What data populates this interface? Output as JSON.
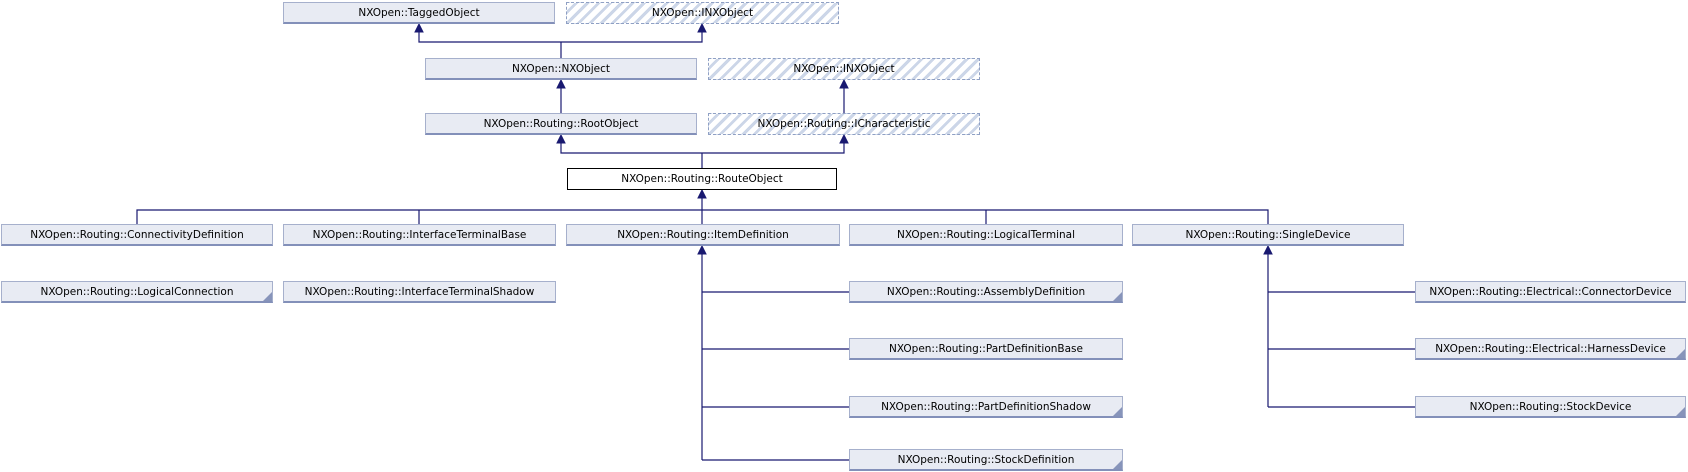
{
  "colors": {
    "background": "#ffffff",
    "node_fill": "#e8ebf3",
    "node_border": "#a6b0cc",
    "node_border_bottom": "#8390b9",
    "hatch_stripe": "#ccd6e8",
    "hatch_border": "#8fa0c4",
    "current_fill": "#ffffff",
    "current_border": "#000000",
    "edge": "#191970",
    "fold": "#8794ba",
    "text": "#000000"
  },
  "diagram": {
    "type": "class-inheritance-graph",
    "current_class": "NXOpen::Routing::RouteObject",
    "nodes": {
      "tagged_object": {
        "label": "NXOpen::TaggedObject",
        "style": "solid"
      },
      "inx_object_top": {
        "label": "NXOpen::INXObject",
        "style": "hatched"
      },
      "nx_object": {
        "label": "NXOpen::NXObject",
        "style": "solid"
      },
      "inx_object_mid": {
        "label": "NXOpen::INXObject",
        "style": "hatched"
      },
      "root_object": {
        "label": "NXOpen::Routing::RootObject",
        "style": "solid"
      },
      "icharacteristic": {
        "label": "NXOpen::Routing::ICharacteristic",
        "style": "hatched"
      },
      "route_object": {
        "label": "NXOpen::Routing::RouteObject",
        "style": "current"
      },
      "connectivity_definition": {
        "label": "NXOpen::Routing::ConnectivityDefinition",
        "style": "solid"
      },
      "interface_terminal_base": {
        "label": "NXOpen::Routing::InterfaceTerminalBase",
        "style": "solid"
      },
      "item_definition": {
        "label": "NXOpen::Routing::ItemDefinition",
        "style": "solid"
      },
      "logical_terminal": {
        "label": "NXOpen::Routing::LogicalTerminal",
        "style": "solid"
      },
      "single_device": {
        "label": "NXOpen::Routing::SingleDevice",
        "style": "solid"
      },
      "logical_connection": {
        "label": "NXOpen::Routing::LogicalConnection",
        "style": "solid",
        "has_more_subclasses": true
      },
      "interface_terminal_shadow": {
        "label": "NXOpen::Routing::InterfaceTerminalShadow",
        "style": "solid"
      },
      "assembly_definition": {
        "label": "NXOpen::Routing::AssemblyDefinition",
        "style": "solid",
        "has_more_subclasses": true
      },
      "part_definition_base": {
        "label": "NXOpen::Routing::PartDefinitionBase",
        "style": "solid"
      },
      "part_definition_shadow": {
        "label": "NXOpen::Routing::PartDefinitionShadow",
        "style": "solid",
        "has_more_subclasses": true
      },
      "stock_definition": {
        "label": "NXOpen::Routing::StockDefinition",
        "style": "solid",
        "has_more_subclasses": true
      },
      "connector_device": {
        "label": "NXOpen::Routing::Electrical::ConnectorDevice",
        "style": "solid"
      },
      "harness_device": {
        "label": "NXOpen::Routing::Electrical::HarnessDevice",
        "style": "solid",
        "has_more_subclasses": true
      },
      "stock_device": {
        "label": "NXOpen::Routing::StockDevice",
        "style": "solid",
        "has_more_subclasses": true
      }
    },
    "edges": [
      "NXOpen::NXObject -> NXOpen::TaggedObject",
      "NXOpen::NXObject -> NXOpen::INXObject",
      "NXOpen::Routing::RootObject -> NXOpen::NXObject",
      "NXOpen::Routing::ICharacteristic -> NXOpen::INXObject",
      "NXOpen::Routing::RouteObject -> NXOpen::Routing::RootObject",
      "NXOpen::Routing::RouteObject -> NXOpen::Routing::ICharacteristic",
      "NXOpen::Routing::ConnectivityDefinition -> NXOpen::Routing::RouteObject",
      "NXOpen::Routing::InterfaceTerminalBase -> NXOpen::Routing::RouteObject",
      "NXOpen::Routing::ItemDefinition -> NXOpen::Routing::RouteObject",
      "NXOpen::Routing::LogicalTerminal -> NXOpen::Routing::RouteObject",
      "NXOpen::Routing::SingleDevice -> NXOpen::Routing::RouteObject",
      "NXOpen::Routing::LogicalConnection -> NXOpen::Routing::ConnectivityDefinition",
      "NXOpen::Routing::InterfaceTerminalShadow -> NXOpen::Routing::InterfaceTerminalBase",
      "NXOpen::Routing::AssemblyDefinition -> NXOpen::Routing::ItemDefinition",
      "NXOpen::Routing::PartDefinitionBase -> NXOpen::Routing::ItemDefinition",
      "NXOpen::Routing::PartDefinitionShadow -> NXOpen::Routing::ItemDefinition",
      "NXOpen::Routing::StockDefinition -> NXOpen::Routing::ItemDefinition",
      "NXOpen::Routing::Electrical::ConnectorDevice -> NXOpen::Routing::SingleDevice",
      "NXOpen::Routing::Electrical::HarnessDevice -> NXOpen::Routing::SingleDevice",
      "NXOpen::Routing::StockDevice -> NXOpen::Routing::SingleDevice"
    ]
  }
}
